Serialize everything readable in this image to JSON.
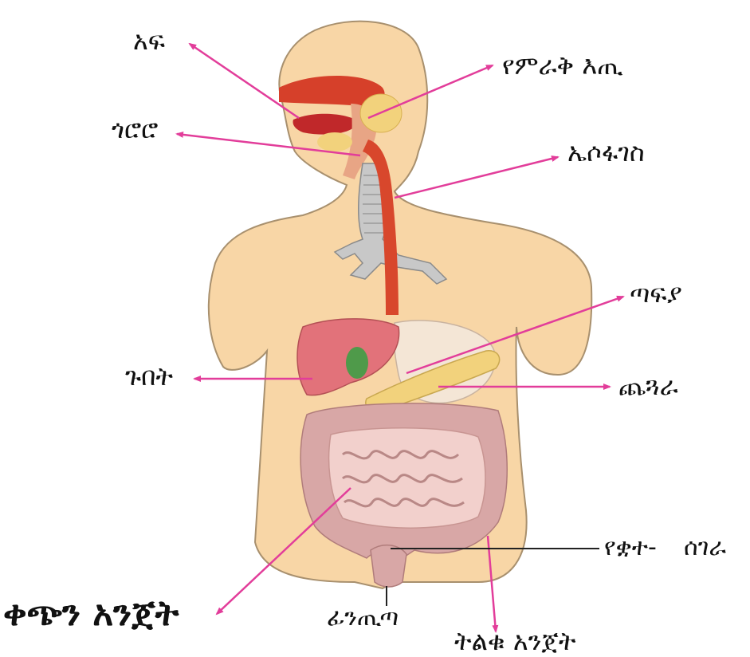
{
  "colors": {
    "skin": "#f8d6a6",
    "skin_edge": "#a8906e",
    "arrow": "#e23d9a",
    "mouth": "#d6402a",
    "esophagus": "#d8472c",
    "trachea": "#c8c8c8",
    "liver": "#e2727a",
    "gallbladder": "#4f9a4a",
    "stomach": "#f4e6d6",
    "pancreas": "#f2d27c",
    "intestine": "#d8a7a6",
    "black_line": "#222222"
  },
  "labels": {
    "mouth": "አፍ",
    "salivary_gland": "የምራቅ እጢ",
    "pharynx": "ጎሮሮ",
    "esophagus": "ኤሶፋገስ",
    "liver_gallbladder": "ጣፍያ",
    "liver": "ጉበት",
    "stomach": "ጨጓራ",
    "small_intestine": "ቀጭን አንጀት",
    "anus": "ፊንጢጣ",
    "appendix_part1": "የቋተ-",
    "appendix_part2": "ሰገራ",
    "large_intestine": "ትልቁ አንጀት"
  }
}
